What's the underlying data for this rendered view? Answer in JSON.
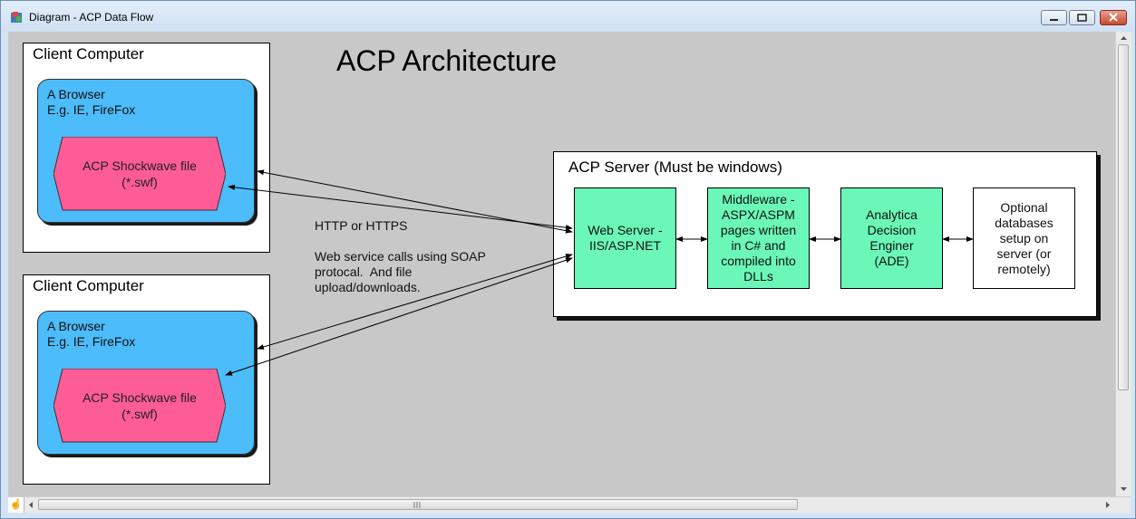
{
  "window": {
    "title": "Diagram - ACP Data Flow"
  },
  "diagram": {
    "heading": "ACP Architecture",
    "clients": [
      {
        "label": "Client Computer",
        "browser_label": "A Browser\nE.g. IE, FireFox",
        "swf_label": "ACP Shockwave file\n(*.swf)"
      },
      {
        "label": "Client Computer",
        "browser_label": "A Browser\nE.g. IE, FireFox",
        "swf_label": "ACP Shockwave file\n(*.swf)"
      }
    ],
    "protocol_note": "HTTP or HTTPS",
    "service_note": "Web service calls using SOAP\nprotocal.  And file\nupload/downloads.",
    "server": {
      "label": "ACP Server (Must be windows)",
      "components": [
        {
          "label": "Web Server -\nIIS/ASP.NET"
        },
        {
          "label": "Middleware -\nASPX/ASPM\npages written\nin C# and\ncompiled into\nDLLs"
        },
        {
          "label": "Analytica\nDecision\nEnginer\n(ADE)"
        },
        {
          "label": "Optional\ndatabases\nsetup on\nserver (or\nremotely)"
        }
      ]
    }
  },
  "colors": {
    "canvas": "#c8c8c8",
    "browser": "#4cbcfb",
    "swf": "#fd5c96",
    "server_component": "#6af7b8"
  }
}
